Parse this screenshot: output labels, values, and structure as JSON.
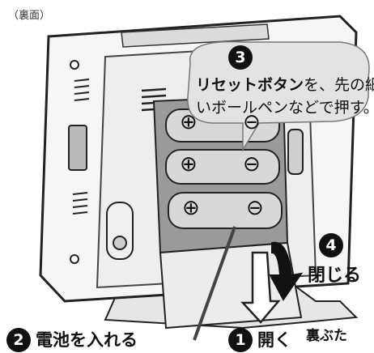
{
  "view_label": "（裏面）",
  "callout": {
    "number": "3",
    "line1_bold": "リセットボタン",
    "line1_rest": "を、先の細",
    "line2": "いボールペンなどで押す。"
  },
  "steps": [
    {
      "number": "4",
      "label": "閉じる"
    },
    {
      "number": "2",
      "label": "電池を入れる"
    },
    {
      "number": "1",
      "label": "開く"
    }
  ],
  "cover_label": "裏ぶた",
  "battery_polarity": {
    "plus": "⊕",
    "minus": "⊖"
  }
}
